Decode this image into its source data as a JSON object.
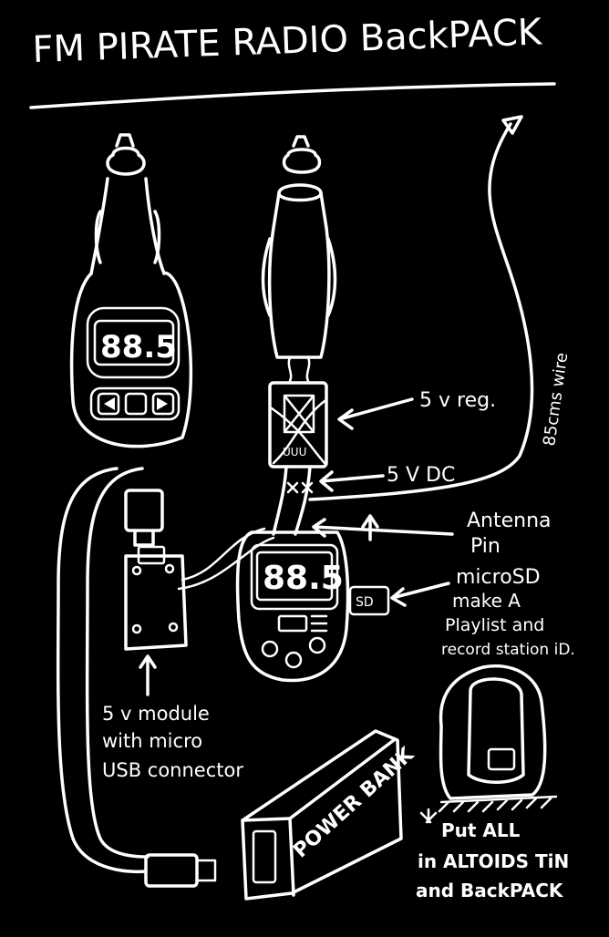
{
  "title": "FM PIRATE RADIO BackPACK",
  "labels": {
    "regulator": "5 v reg.",
    "dc": "5 V DC",
    "antenna_line1": "Antenna",
    "antenna_line2": "Pin",
    "wire": "85cms wire",
    "microsd_line1": "microSD",
    "microsd_line2": "make A",
    "microsd_line3": "Playlist and",
    "microsd_line4": "record station iD.",
    "module_line1": "5 v module",
    "module_line2": "with micro",
    "module_line3": "USB connector",
    "backpack_line1": "Put ALL",
    "backpack_line2": "in ALTOIDS TiN",
    "backpack_line3": "and BackPACK"
  },
  "device_text": {
    "left_display": "88.5",
    "right_display": "88.5",
    "sd_tab": "SD",
    "regulator_mark": "UUU",
    "power_bank": "POWER BANK"
  },
  "colors": {
    "background": "#000000",
    "ink": "#ffffff"
  }
}
